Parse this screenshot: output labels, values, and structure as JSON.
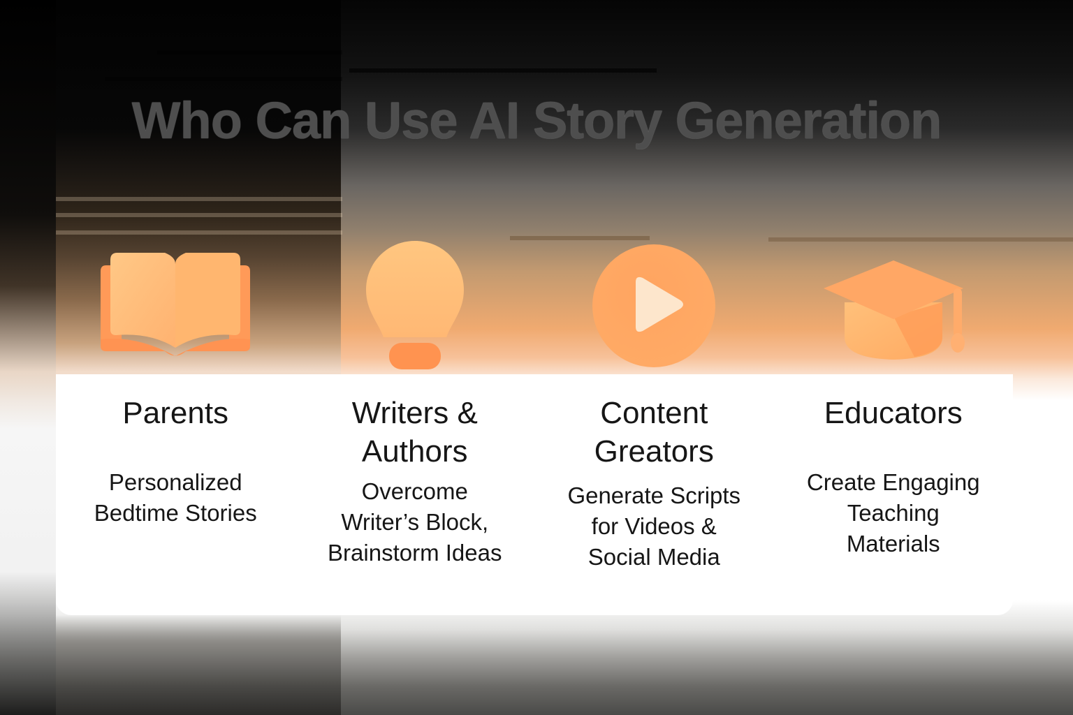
{
  "page": {
    "title": "Who Can Use AI Story Generation"
  },
  "colors": {
    "accent_orange": "#ff9a55",
    "accent_light": "#ffc482",
    "title_gray": "#4e4e4e",
    "card_text": "#161616",
    "card_bg": "#ffffff"
  },
  "audiences": [
    {
      "icon": "open-book-icon",
      "title": "Parents",
      "description": "Personalized\nBedtime Stories"
    },
    {
      "icon": "lightbulb-icon",
      "title": "Writers &\nAuthors",
      "description": "Overcome\nWriter’s Block,\nBrainstorm Ideas"
    },
    {
      "icon": "play-button-icon",
      "title": "Content\nGreators",
      "description": "Generate Scripts\nfor Videos &\nSocial Media"
    },
    {
      "icon": "graduation-cap-icon",
      "title": "Educators",
      "description": "Create Engaging\nTeaching\nMaterials"
    }
  ]
}
